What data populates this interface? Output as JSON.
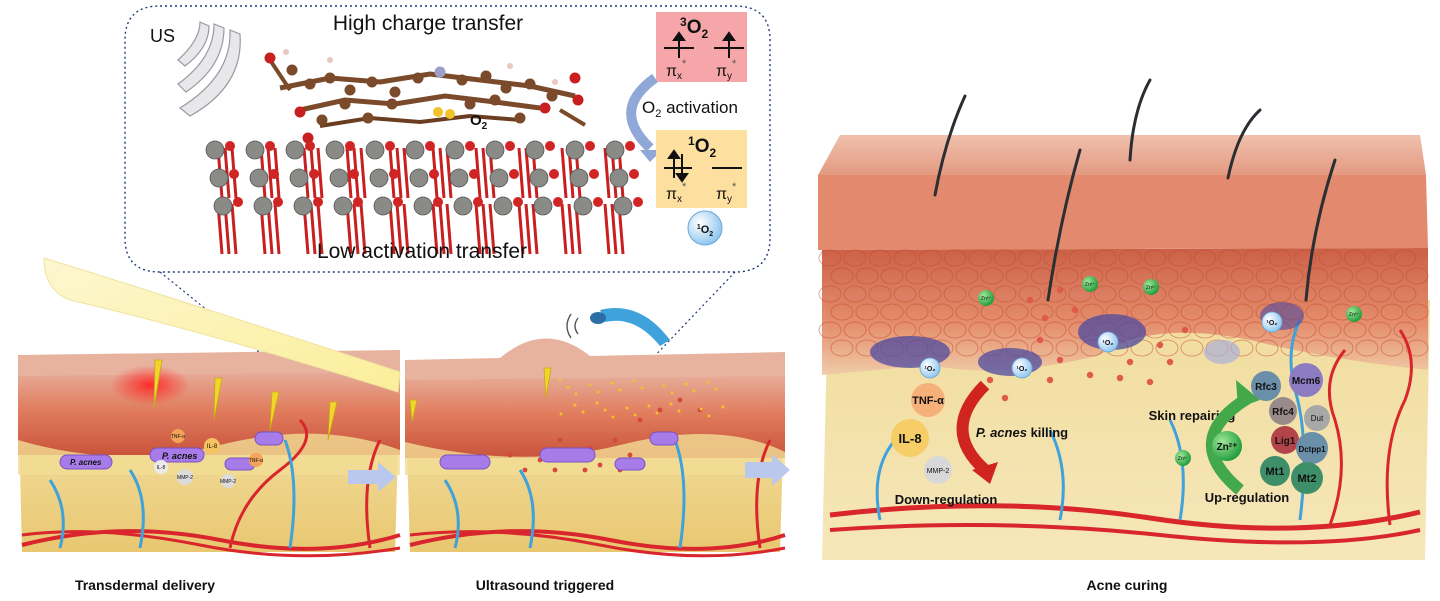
{
  "inset": {
    "us_label": "US",
    "top_title": "High charge transfer",
    "bottom_title": "Low activation transfer",
    "o2_label": "O",
    "o2_sub": "2",
    "activation_prefix": "O",
    "activation_sub": "2",
    "activation_suffix": " activation",
    "triplet_sup": "3",
    "triplet_main": "O",
    "triplet_sub": "2",
    "singlet_sup": "1",
    "singlet_main": "O",
    "singlet_sub": "2",
    "pi_x": "π",
    "pi_x_sub": "x",
    "pi_y": "π",
    "pi_y_sub": "y",
    "star": "*",
    "bubble_sup": "1",
    "bubble_main": "O",
    "bubble_sub": "2"
  },
  "panel1": {
    "caption": "Transdermal delivery",
    "bacteria_label_a": "P. acnes",
    "bacteria_label_b": "P. acnes",
    "cytokines": [
      "TNF-α",
      "IL-8",
      "IL-8",
      "MMP-2",
      "MMP-2",
      "TNF-α"
    ]
  },
  "panel2": {
    "caption": "Ultrasound triggered"
  },
  "panel3": {
    "caption": "Acne curing",
    "killing_italic": "P. acnes",
    "killing_rest": " killing",
    "repairing": "Skin repairing",
    "down_regulation": "Down-regulation",
    "up_regulation": "Up-regulation",
    "down_genes": [
      "TNF-α",
      "IL-8",
      "MMP-2"
    ],
    "up_genes": [
      "Rfc3",
      "Mcm6",
      "Rfc4",
      "Dut",
      "Lig1",
      "Dctpp1",
      "Mt1",
      "Mt2"
    ],
    "zn_center": "Zn²⁺",
    "zn_small": "Zn²⁺",
    "singlet_small": "¹O₂"
  },
  "colors": {
    "skin_top": "#e9a58f",
    "skin_mid": "#d9684a",
    "fat": "#f1dc96",
    "vessel_red": "#d8262c",
    "vessel_blue": "#3fa2db",
    "bacteria": "#a77ce8",
    "triplet_box": "#f6a6a8",
    "singlet_box": "#fde0a0",
    "arrow_blue": "#a9bfe6",
    "down_arrow": "#d0241f",
    "up_arrow": "#43a84a"
  }
}
